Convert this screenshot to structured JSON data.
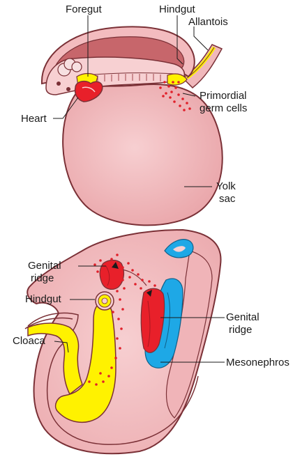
{
  "labels": {
    "foregut": "Foregut",
    "hindgut_top": "Hindgut",
    "allantois": "Allantois",
    "primordial_line1": "Primordial",
    "primordial_line2": "germ cells",
    "heart": "Heart",
    "yolk_line1": "Yolk",
    "yolk_line2": "sac",
    "genital_left_line1": "Genital",
    "genital_left_line2": "ridge",
    "hindgut_bottom": "Hindgut",
    "genital_right_line1": "Genital",
    "genital_right_line2": "ridge",
    "cloaca": "Cloaca",
    "mesonephros": "Mesonephros"
  },
  "colors": {
    "tissue_light": "#f4c4c6",
    "tissue_mid": "#e9a0a4",
    "tissue_dark": "#a0464c",
    "outline": "#7a3036",
    "gut_yellow": "#fff200",
    "heart_red": "#e8202a",
    "mesonephros_blue": "#1ea8e6",
    "germ_cell_red": "#e0202a"
  }
}
